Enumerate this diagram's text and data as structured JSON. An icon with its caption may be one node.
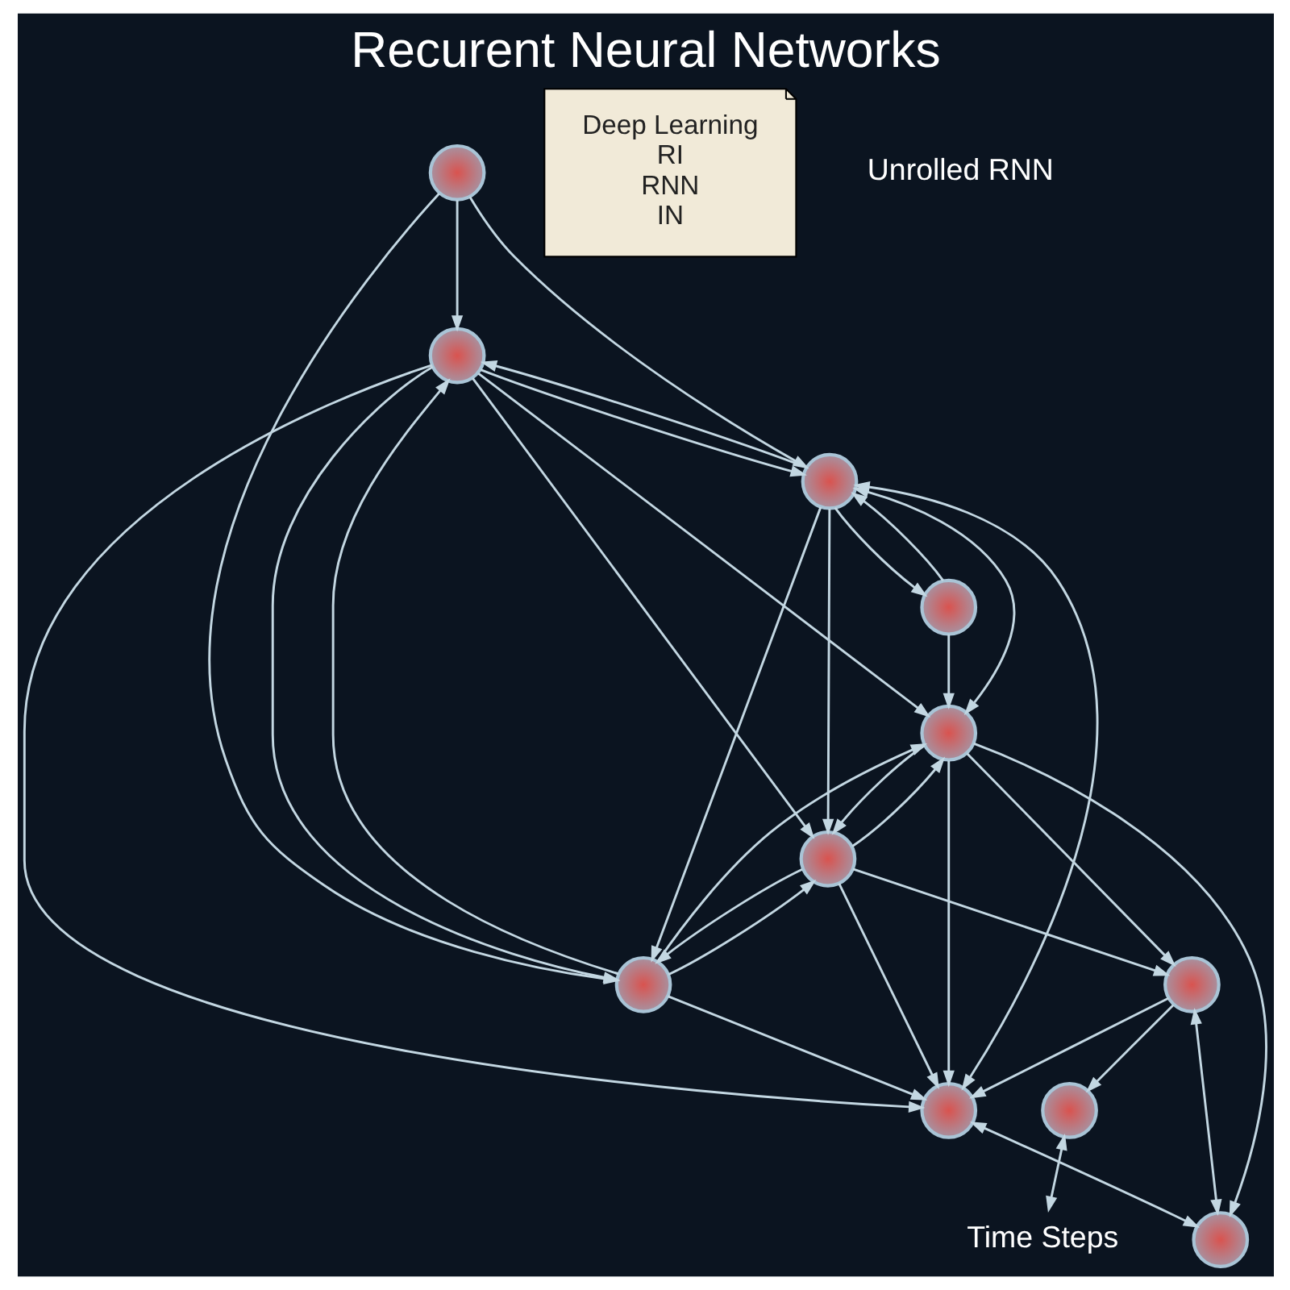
{
  "diagram": {
    "title": "Recurent Neural Networks",
    "nodes": [
      {
        "text": [],
        "shape": "circle"
      },
      {
        "text": [],
        "shape": "circle"
      },
      {
        "text": [],
        "shape": "circle"
      },
      {
        "text": [],
        "shape": "circle"
      },
      {
        "text": [],
        "shape": "circle"
      },
      {
        "text": [],
        "shape": "circle"
      },
      {
        "text": [],
        "shape": "circle"
      },
      {
        "text": [],
        "shape": "circle"
      },
      {
        "text": [],
        "shape": "circle"
      },
      {
        "text": [],
        "shape": "circle"
      },
      {
        "text": [],
        "shape": "circle"
      },
      {
        "text": [
          "Time Steps"
        ]
      },
      {
        "text": [
          "Deep Learning",
          "RI",
          "RNN",
          "IN"
        ]
      }
    ],
    "edges": [
      {
        "from": 0,
        "to": 1,
        "arrow": "to"
      },
      {
        "from": 0,
        "to": 2,
        "arrow": "to"
      },
      {
        "from": 0,
        "to": 4,
        "arrow": "to"
      },
      {
        "from": 1,
        "to": 2,
        "arrow": "to"
      },
      {
        "from": 2,
        "to": 1,
        "arrow": "to"
      },
      {
        "from": 1,
        "to": 5,
        "arrow": "to"
      },
      {
        "from": 1,
        "to": 6,
        "arrow": "to"
      },
      {
        "from": 1,
        "to": 7,
        "arrow": "to"
      },
      {
        "from": 4,
        "to": 1,
        "arrow": "to"
      },
      {
        "from": 1,
        "to": 4,
        "arrow": "to"
      },
      {
        "from": 2,
        "to": 4,
        "arrow": "to"
      },
      {
        "from": 2,
        "to": 3,
        "arrow": "to"
      },
      {
        "from": 3,
        "to": 2,
        "arrow": "to"
      },
      {
        "from": 3,
        "to": 6,
        "arrow": "to"
      },
      {
        "from": 2,
        "to": 5,
        "arrow": "to"
      },
      {
        "from": 2,
        "to": 7,
        "arrow": "both"
      },
      {
        "from": 2,
        "to": 6,
        "arrow": "both"
      },
      {
        "from": 4,
        "to": 5,
        "arrow": "to"
      },
      {
        "from": 5,
        "to": 4,
        "arrow": "to"
      },
      {
        "from": 4,
        "to": 7,
        "arrow": "to"
      },
      {
        "from": 4,
        "to": 6,
        "arrow": "to"
      },
      {
        "from": 5,
        "to": 6,
        "arrow": "to"
      },
      {
        "from": 6,
        "to": 5,
        "arrow": "to"
      },
      {
        "from": 5,
        "to": 8,
        "arrow": "to"
      },
      {
        "from": 5,
        "to": 7,
        "arrow": "to"
      },
      {
        "from": 6,
        "to": 7,
        "arrow": "to"
      },
      {
        "from": 6,
        "to": 8,
        "arrow": "to"
      },
      {
        "from": 8,
        "to": 7,
        "arrow": "to"
      },
      {
        "from": 8,
        "to": 9,
        "arrow": "both"
      },
      {
        "from": 7,
        "to": 9,
        "arrow": "both"
      },
      {
        "from": 6,
        "to": 9,
        "arrow": "to"
      },
      {
        "from": 8,
        "to": 10,
        "arrow": "to"
      },
      {
        "from": 10,
        "to": 11,
        "arrow": "both"
      }
    ],
    "labels": [
      "Unrolled RNN"
    ]
  }
}
